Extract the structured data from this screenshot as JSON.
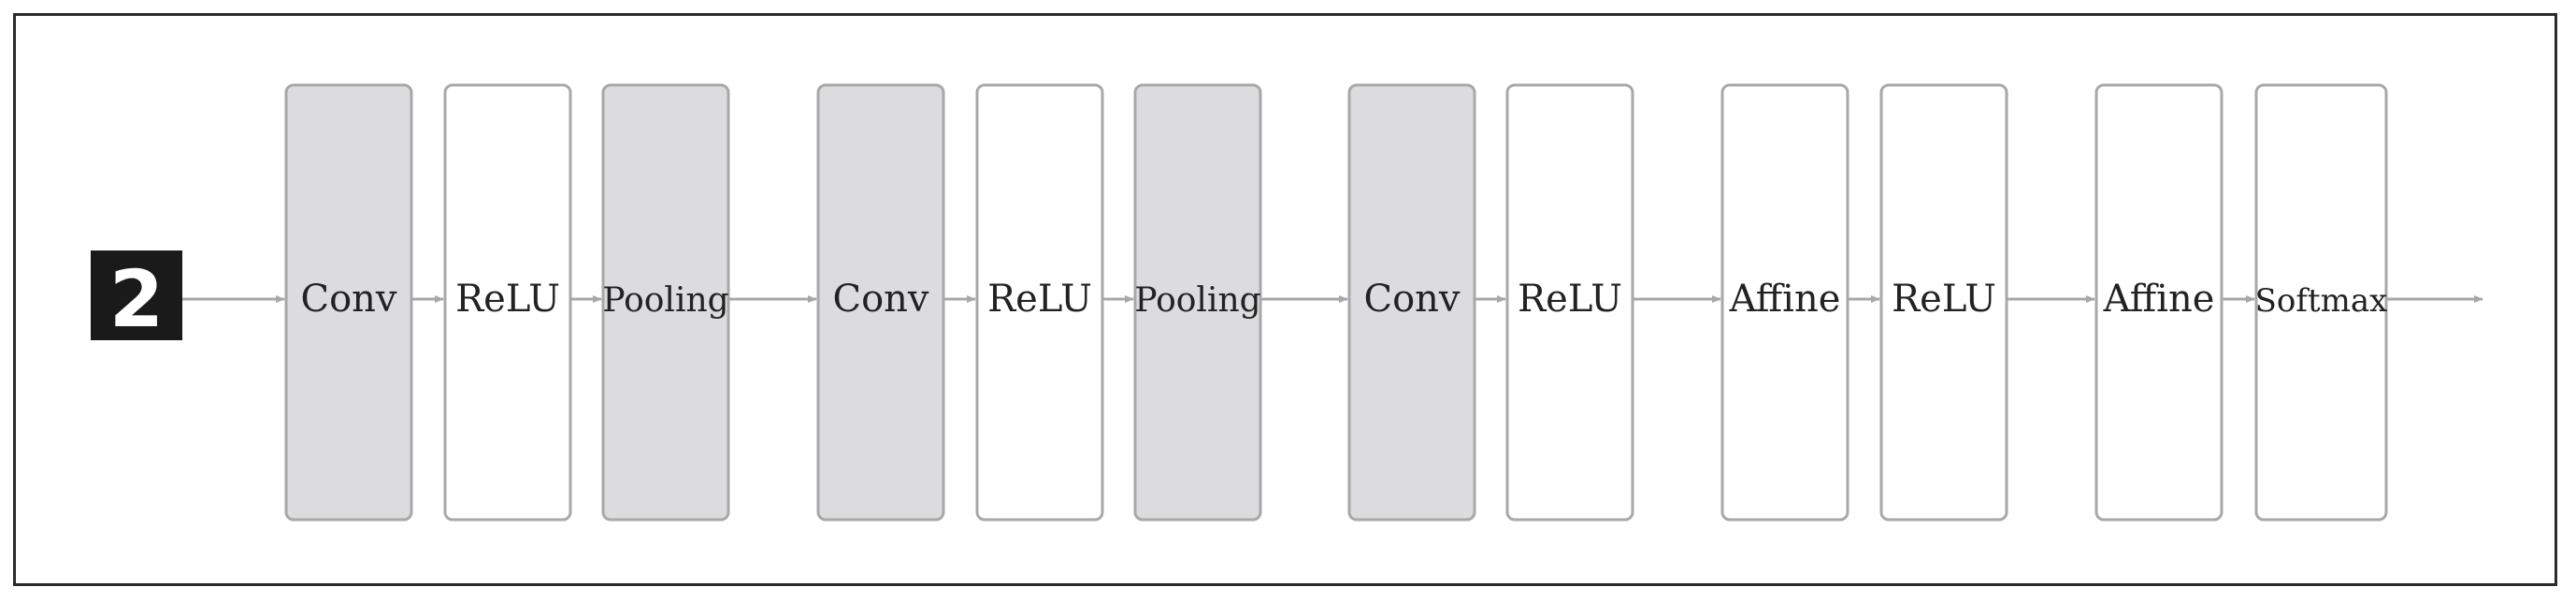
{
  "diagram": {
    "input": {
      "digit": "2",
      "background": "#1a1a1a",
      "foreground": "#ffffff"
    },
    "colors": {
      "shaded_fill": "#dcdcdf",
      "plain_fill": "#ffffff",
      "border": "#a8a8a8",
      "arrow": "#a8a8a8"
    },
    "layers": [
      {
        "label": "Conv",
        "shaded": true
      },
      {
        "label": "ReLU",
        "shaded": false
      },
      {
        "label": "Pooling",
        "shaded": true
      },
      {
        "label": "Conv",
        "shaded": true
      },
      {
        "label": "ReLU",
        "shaded": false
      },
      {
        "label": "Pooling",
        "shaded": true
      },
      {
        "label": "Conv",
        "shaded": true
      },
      {
        "label": "ReLU",
        "shaded": false
      },
      {
        "label": "Affine",
        "shaded": false
      },
      {
        "label": "ReLU",
        "shaded": false
      },
      {
        "label": "Affine",
        "shaded": false
      },
      {
        "label": "Softmax",
        "shaded": false
      }
    ]
  }
}
